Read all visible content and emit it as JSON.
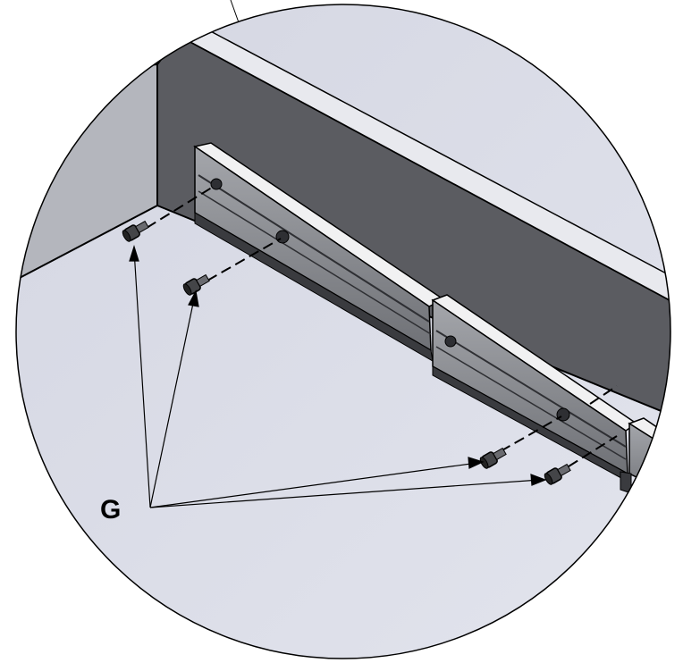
{
  "diagram": {
    "callout_label": "G",
    "callout_targets": [
      "screw-1",
      "screw-2",
      "screw-3",
      "screw-4"
    ],
    "colors": {
      "floor": "#d9dbe6",
      "back_wall": "#5b5c61",
      "side_wall": "#b4b6bd",
      "rail": "#8f9196",
      "rail_highlight": "#eeeeef",
      "rail_dark": "#3a3b3f",
      "screw": "#444548",
      "line": "#000000"
    }
  }
}
